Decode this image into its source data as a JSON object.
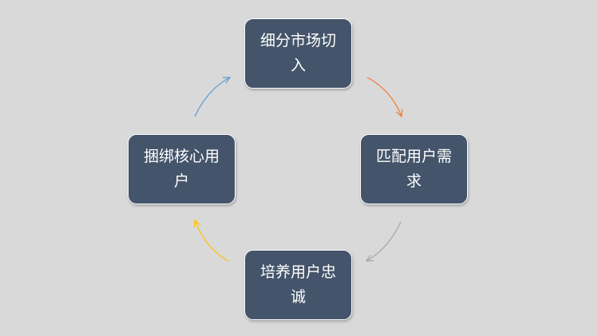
{
  "cycle": {
    "nodes": [
      {
        "id": "top",
        "label": "细分市场切入"
      },
      {
        "id": "right",
        "label": "匹配用户需求"
      },
      {
        "id": "bottom",
        "label": "培养用户忠诚"
      },
      {
        "id": "left",
        "label": "捆绑核心用户"
      }
    ],
    "arrow_colors": {
      "top_to_right": "#ed7d31",
      "right_to_bottom": "#a5a5a5",
      "bottom_to_left": "#ffc000",
      "left_to_top": "#5b9bd5"
    }
  }
}
